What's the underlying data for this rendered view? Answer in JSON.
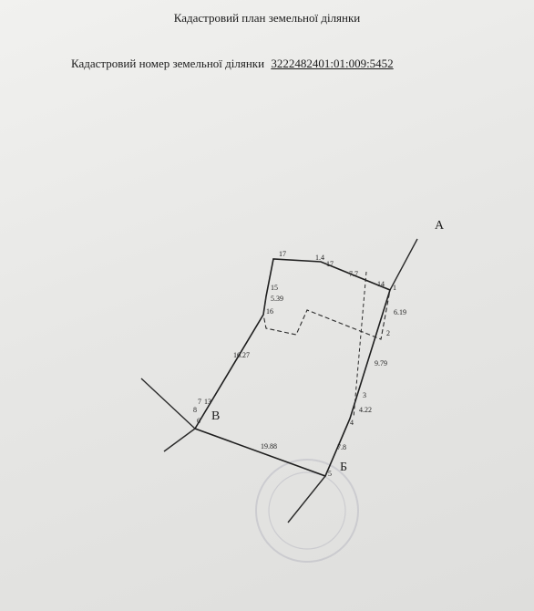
{
  "document": {
    "title": "Кадастровий план земельної ділянки",
    "cadastral_label": "Кадастровий номер земельної ділянки",
    "cadastral_number": "3222482401:01:009:5452"
  },
  "plan": {
    "corners": {
      "a": "А",
      "b": "Б",
      "v": "В"
    },
    "segment_lengths": {
      "s17": "17",
      "s7_7": "7.7",
      "s6_19": "6.19",
      "s9_79": "9.79",
      "s4_22": "4.22",
      "s7_8": "7.8",
      "s19_88": "19.88",
      "s16_27": "16.27",
      "s5_39": "5.39",
      "s1_4": "1.4"
    },
    "point_numbers": {
      "p1": "1",
      "p2": "2",
      "p3": "3",
      "p4": "4",
      "p5": "5",
      "p6": "6",
      "p7": "7",
      "p8": "8",
      "p13": "13",
      "p14": "14",
      "p15": "15",
      "p16": "16",
      "p17": "17"
    }
  }
}
